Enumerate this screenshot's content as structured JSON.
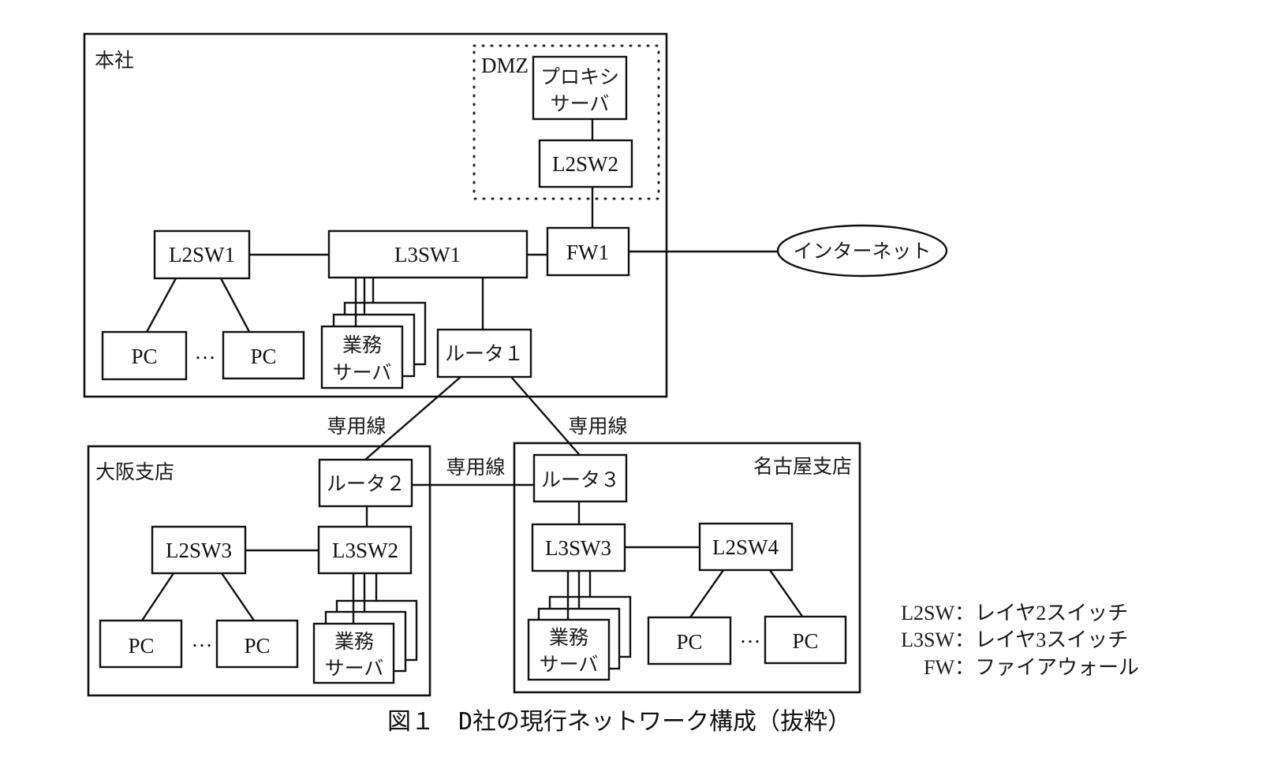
{
  "sites": {
    "honsha": "本社",
    "osaka": "大阪支店",
    "nagoya": "名古屋支店"
  },
  "dmz": {
    "label": "DMZ",
    "proxy_line1": "プロキシ",
    "proxy_line2": "サーバ",
    "l2sw2": "L2SW2"
  },
  "hq": {
    "l2sw1": "L2SW1",
    "l3sw1": "L3SW1",
    "fw1": "FW1",
    "router1": "ルータ１",
    "pc": "PC",
    "ellipsis": "…",
    "server_line1": "業務",
    "server_line2": "サーバ"
  },
  "internet": "インターネット",
  "links": {
    "leased_line": "専用線"
  },
  "osaka": {
    "router2": "ルータ２",
    "l3sw2": "L3SW2",
    "l2sw3": "L2SW3",
    "pc": "PC",
    "ellipsis": "…",
    "server_line1": "業務",
    "server_line2": "サーバ"
  },
  "nagoya": {
    "router3": "ルータ３",
    "l3sw3": "L3SW3",
    "l2sw4": "L2SW4",
    "pc": "PC",
    "ellipsis": "…",
    "server_line1": "業務",
    "server_line2": "サーバ"
  },
  "legend": [
    {
      "term": "L2SW",
      "desc": "：レイヤ2スイッチ"
    },
    {
      "term": "L3SW",
      "desc": "：レイヤ3スイッチ"
    },
    {
      "term": "FW",
      "desc": "：ファイアウォール"
    }
  ],
  "caption": "図１　D社の現行ネットワーク構成（抜粋）"
}
